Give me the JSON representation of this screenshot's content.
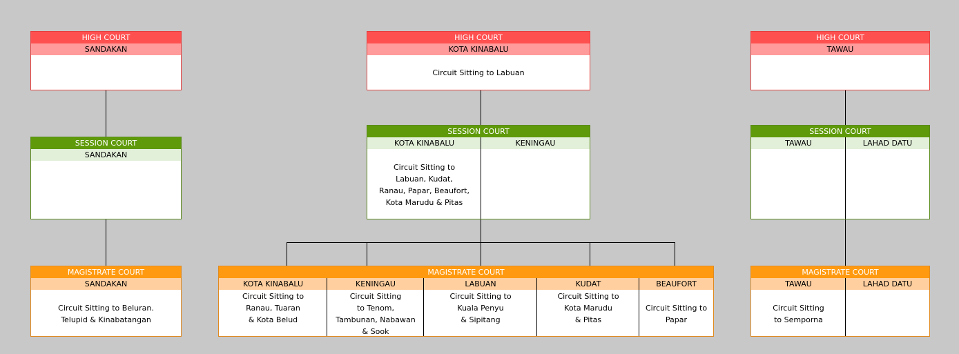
{
  "left": {
    "high_court": {
      "title": "HIGH COURT",
      "location": "SANDAKAN"
    },
    "session_court": {
      "title": "SESSION COURT",
      "location": "SANDAKAN"
    },
    "magistrate_court": {
      "title": "MAGISTRATE COURT",
      "location": "SANDAKAN",
      "note": "Circuit Sitting to Beluran.\nTelupid & Kinabatangan"
    }
  },
  "center": {
    "high_court": {
      "title": "HIGH COURT",
      "location": "KOTA KINABALU",
      "note": "Circuit Sitting to Labuan"
    },
    "session_court": {
      "title": "SESSION COURT",
      "columns": [
        {
          "location": "KOTA KINABALU",
          "note": "Circuit Sitting to\nLabuan, Kudat,\nRanau, Papar, Beaufort,\nKota Marudu & Pitas"
        },
        {
          "location": "KENINGAU",
          "note": ""
        }
      ]
    },
    "magistrate_court": {
      "title": "MAGISTRATE COURT",
      "columns": [
        {
          "location": "KOTA KINABALU",
          "note": "Circuit Sitting to\nRanau, Tuaran\n& Kota Belud"
        },
        {
          "location": "KENINGAU",
          "note": "Circuit Sitting\nto Tenom,\nTambunan, Nabawan\n& Sook"
        },
        {
          "location": "LABUAN",
          "note": "Circuit Sitting to\nKuala Penyu\n& Sipitang"
        },
        {
          "location": "KUDAT",
          "note": "Circuit Sitting  to\nKota Marudu\n& Pitas"
        },
        {
          "location": "BEAUFORT",
          "note": "Circuit Sitting to\nPapar"
        }
      ]
    }
  },
  "right": {
    "high_court": {
      "title": "HIGH COURT",
      "location": "TAWAU"
    },
    "session_court": {
      "title": "SESSION COURT",
      "columns": [
        {
          "location": "TAWAU"
        },
        {
          "location": "LAHAD DATU"
        }
      ]
    },
    "magistrate_court": {
      "title": "MAGISTRATE COURT",
      "columns": [
        {
          "location": "TAWAU",
          "note": "Circuit Sitting\nto Semporna"
        },
        {
          "location": "LAHAD DATU",
          "note": ""
        }
      ]
    }
  }
}
